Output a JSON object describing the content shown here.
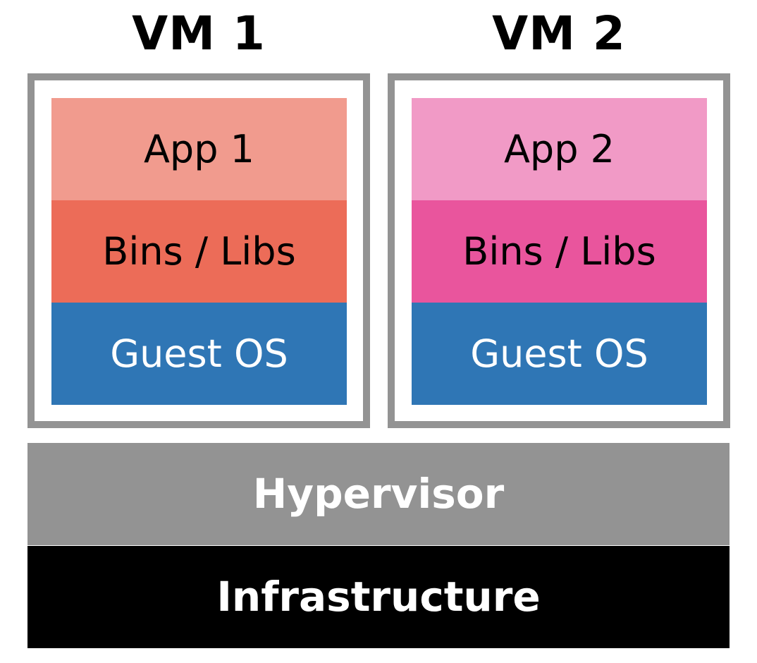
{
  "vms": [
    {
      "title": "VM 1",
      "layers": [
        {
          "label": "App 1",
          "color": "#f19b8e"
        },
        {
          "label": "Bins / Libs",
          "color": "#ec6c58"
        },
        {
          "label": "Guest OS",
          "color": "#2f76b5"
        }
      ]
    },
    {
      "title": "VM 2",
      "layers": [
        {
          "label": "App 2",
          "color": "#f19ac6"
        },
        {
          "label": "Bins / Libs",
          "color": "#e9559d"
        },
        {
          "label": "Guest OS",
          "color": "#2f76b5"
        }
      ]
    }
  ],
  "hypervisor": {
    "label": "Hypervisor",
    "color": "#939393"
  },
  "infrastructure": {
    "label": "Infrastructure",
    "color": "#000000"
  },
  "frame_color": "#939393"
}
